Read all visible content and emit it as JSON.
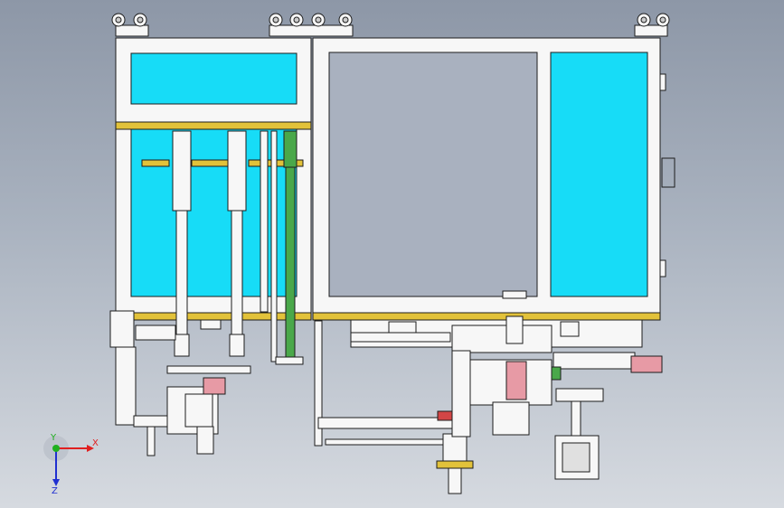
{
  "viewport": {
    "background_top": "#8d97a7",
    "background_bottom": "#d6dae0"
  },
  "colors": {
    "glass": "#17dcf7",
    "rail": "#e2c23a",
    "green_rod": "#4aa84a",
    "pink_block": "#e79aa5",
    "red_block": "#d24646",
    "frame": "#f7f7f7",
    "outline": "#1c1c1c"
  },
  "triad": {
    "x_label": "X",
    "y_label": "Y",
    "z_label": "Z",
    "x_color": "#e02020",
    "y_color": "#20b020",
    "z_color": "#2030d0"
  }
}
